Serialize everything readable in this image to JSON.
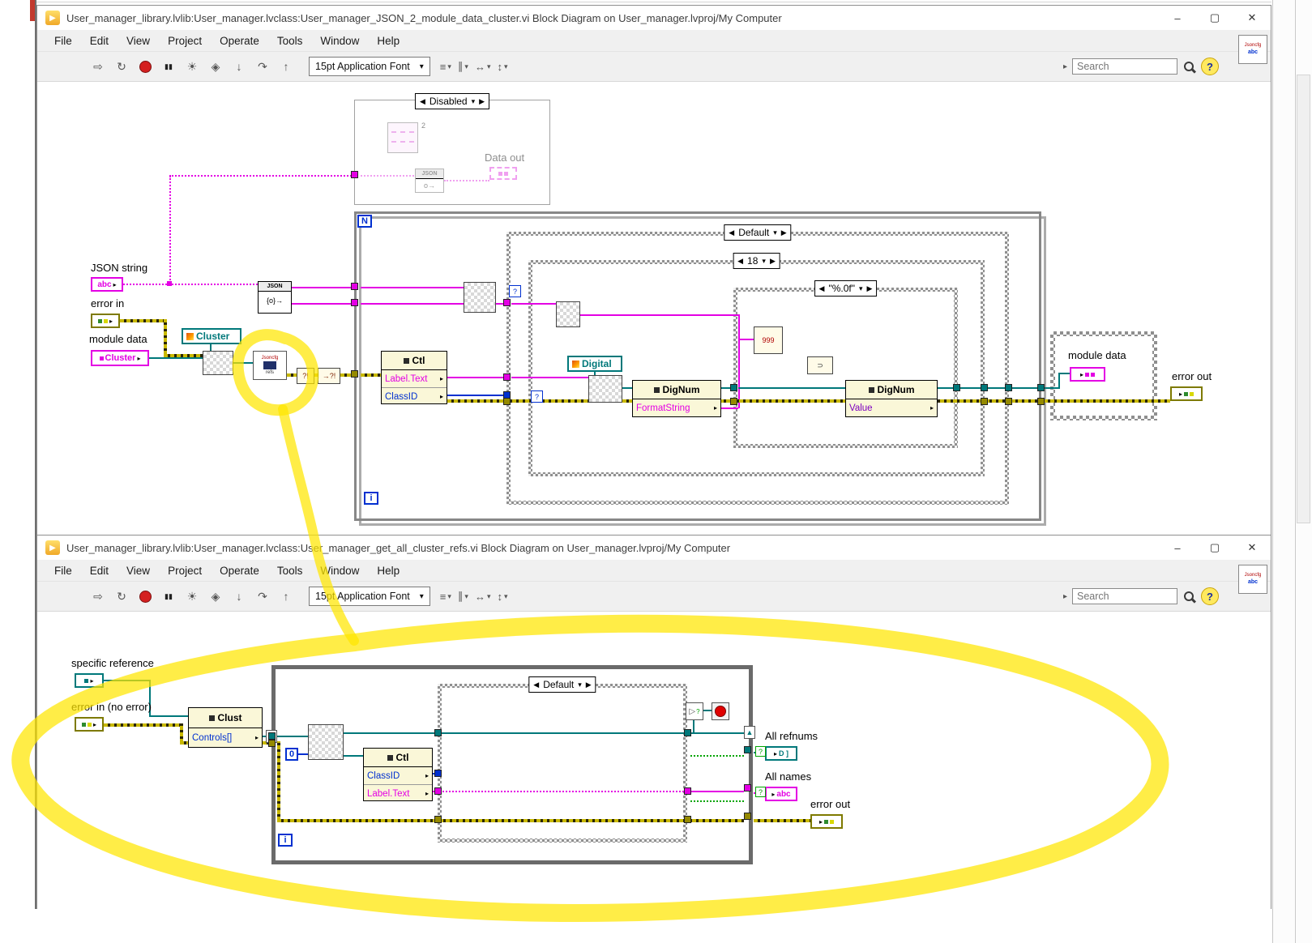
{
  "shared": {
    "menu": [
      "File",
      "Edit",
      "View",
      "Project",
      "Operate",
      "Tools",
      "Window",
      "Help"
    ],
    "font_selector": "15pt Application Font",
    "search_placeholder": "Search",
    "help_glyph": "?",
    "window_controls": {
      "minimize": "–",
      "maximize": "▢",
      "close": "✕"
    },
    "toolbar": {
      "run": "⇨",
      "run_continuous": "↻",
      "pause": "▮▮",
      "highlight": "☀",
      "retain": "◈",
      "step_into": "↓",
      "step_over": "↷",
      "step_out": "↑",
      "align": "≡",
      "distribute": "∥",
      "resize": "↔",
      "reorder": "↕",
      "dropdown": "▾",
      "search_prefix": "▸"
    },
    "vi_icon": {
      "line1": "Jsoncfg",
      "line2": "abc"
    },
    "glyphs": {
      "case_prev": "◀",
      "case_next": "▶",
      "case_drop": "▾",
      "out_arrow": "▸",
      "shift_down": "▼",
      "shift_up": "▲",
      "cond": "▷",
      "q": "?"
    }
  },
  "window1": {
    "title": "User_manager_library.lvlib:User_manager.lvclass:User_manager_JSON_2_module_data_cluster.vi Block Diagram on User_manager.lvproj/My Computer",
    "diagram": {
      "disabled_case": {
        "selector": "Disabled",
        "badge": "2",
        "data_out_label": "Data out",
        "json_title": "JSON",
        "json_glyph": "o→"
      },
      "json_node": {
        "title": "JSON",
        "glyph": "{o}→"
      },
      "labels": {
        "json_string": "JSON string",
        "error_in": "error in",
        "module_data": "module data",
        "module_data_out": "module data",
        "error_out": "error out"
      },
      "terminals": {
        "json_string_glyph": "abc",
        "cluster": "Cluster"
      },
      "constants": {
        "cluster_class": "Cluster",
        "digital_class": "Digital",
        "format999": "999",
        "conv": "⊃"
      },
      "subvi": {
        "line1": "Jsoncfg",
        "line2": "refs"
      },
      "misc": {
        "q1": "?!",
        "q2": "→?!"
      },
      "loop": {
        "count": "N",
        "iterator": "i"
      },
      "cases": {
        "outer": "Default",
        "middle": "18",
        "inner": "\"%.0f\""
      },
      "nodes": {
        "ctl": {
          "title": "Ctl",
          "rows": [
            "Label.Text",
            "ClassID"
          ]
        },
        "dignum_format": {
          "title": "DigNum",
          "rows": [
            "FormatString"
          ]
        },
        "dignum_value": {
          "title": "DigNum",
          "rows": [
            "Value"
          ]
        }
      }
    }
  },
  "window2": {
    "title": "User_manager_library.lvlib:User_manager.lvclass:User_manager_get_all_cluster_refs.vi Block Diagram on User_manager.lvproj/My Computer",
    "diagram": {
      "labels": {
        "specific_reference": "specific reference",
        "error_in": "error in (no error)",
        "all_refnums": "All refnums",
        "all_names": "All names",
        "error_out": "error out"
      },
      "nodes": {
        "clust": {
          "title": "Clust",
          "rows": [
            "Controls[]"
          ]
        },
        "ctl": {
          "title": "Ctl",
          "rows": [
            "ClassID",
            "Label.Text"
          ]
        }
      },
      "case_selector": "Default",
      "loop": {
        "iterator": "i"
      },
      "constants": {
        "zero": "0"
      },
      "terminals": {
        "all_refnums_glyph": "D ]",
        "all_names_glyph": "abc"
      }
    }
  }
}
